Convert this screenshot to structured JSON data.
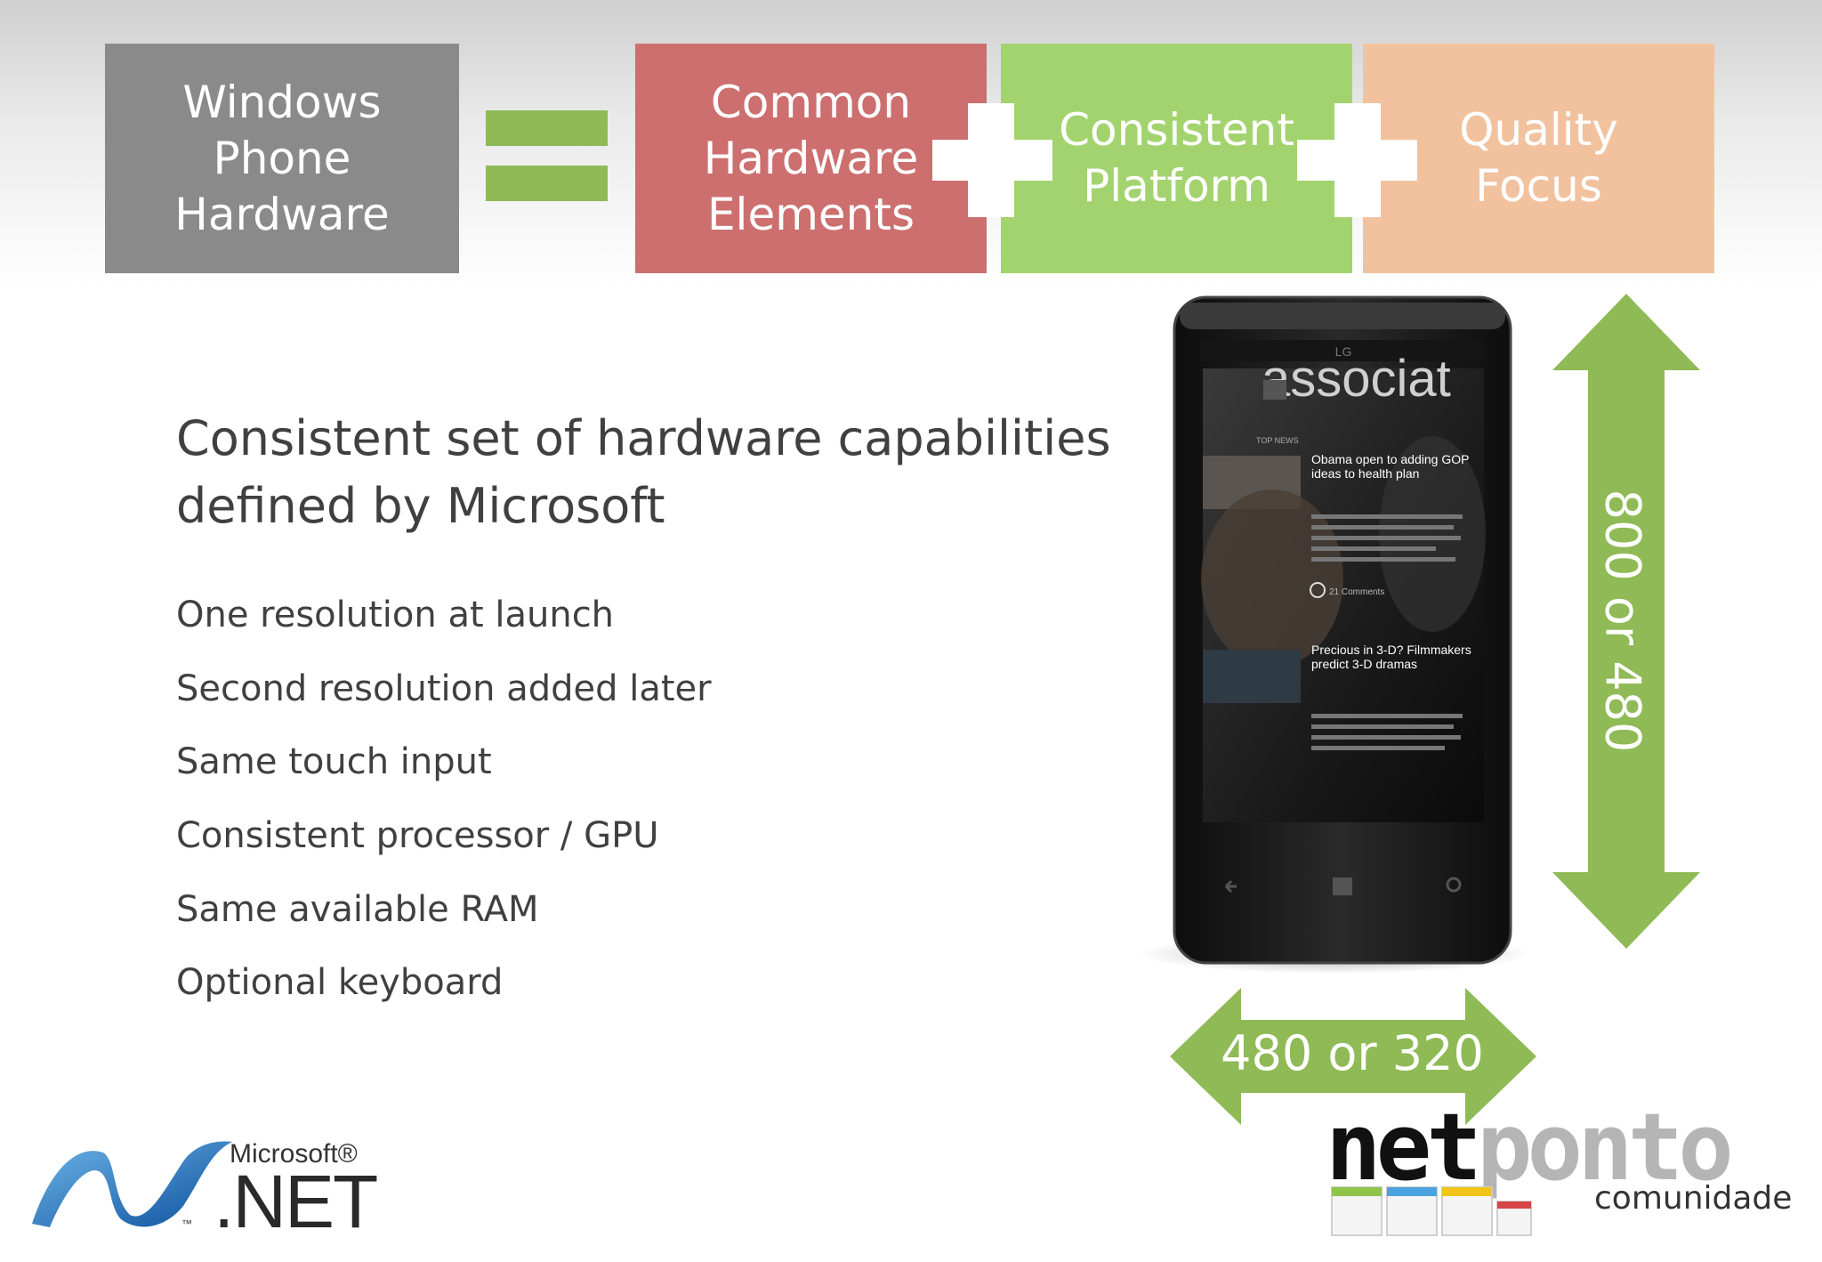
{
  "boxes": {
    "windows_phone": "Windows\nPhone\nHardware",
    "common": "Common\nHardware\nElements",
    "platform": "Consistent\nPlatform",
    "quality": "Quality\nFocus"
  },
  "heading": "Consistent set of hardware capabilities\ndefined by Microsoft",
  "bullets": [
    "One resolution at launch",
    "Second resolution added later",
    "Same touch input",
    "Consistent processor / GPU",
    "Same available RAM",
    "Optional keyboard"
  ],
  "phone_screen": {
    "brand": "LG",
    "app_title": "associat",
    "section": "TOP NEWS",
    "story1_title": "Obama open to adding GOP ideas to health plan",
    "story1_comments": "21 Comments",
    "story2_title": "Precious in 3-D? Filmmakers predict 3-D dramas"
  },
  "arrows": {
    "vertical_label": "800 or 480",
    "horizontal_label": "480 or 320"
  },
  "logos": {
    "microsoft": "Microsoft®",
    "dotnet": ".NET",
    "tm": "™",
    "netponto_net": "net",
    "netponto_ponto": "ponto",
    "netponto_sub": "comunidade"
  },
  "colors": {
    "gray_box": "#8a8a8a",
    "red_box": "#cc6f6e",
    "green_box": "#a3d36e",
    "peach_box": "#f2c29f",
    "arrow_green": "#8fba56"
  }
}
